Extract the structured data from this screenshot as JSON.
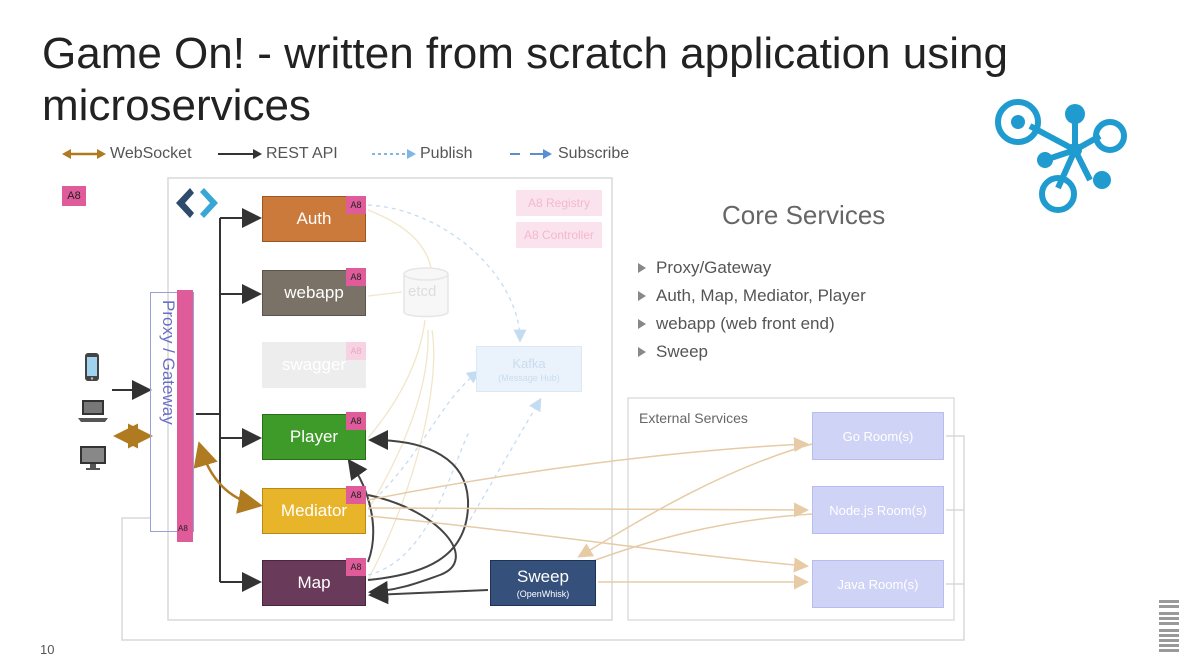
{
  "slide": {
    "title_line1": "Game On! - written from scratch application using",
    "title_line2": "microservices",
    "page_number": "10"
  },
  "legend": {
    "websocket": "WebSocket",
    "rest_api": "REST API",
    "publish": "Publish",
    "subscribe": "Subscribe",
    "a8_badge": "A8"
  },
  "gateway": {
    "label": "Proxy / Gateway",
    "badge": "A8"
  },
  "services": {
    "auth": "Auth",
    "webapp": "webapp",
    "swagger": "swagger",
    "player": "Player",
    "mediator": "Mediator",
    "map": "Map",
    "sweep": "Sweep",
    "sweep_sub": "(OpenWhisk)",
    "etcd": "etcd",
    "kafka": "Kafka",
    "kafka_sub": "(Message Hub)",
    "a8_registry": "A8 Registry",
    "a8_controller": "A8 Controller",
    "badge": "A8"
  },
  "core": {
    "title": "Core Services",
    "items": [
      "Proxy/Gateway",
      "Auth, Map, Mediator, Player",
      "webapp (web front end)",
      "Sweep"
    ]
  },
  "external": {
    "title": "External Services",
    "go_room": "Go Room(s)",
    "node_room": "Node.js Room(s)",
    "java_room": "Java Room(s)"
  },
  "colors": {
    "auth": "#cc7a3c",
    "webapp": "#7a7266",
    "player": "#3e9b2a",
    "mediator": "#e8b42a",
    "map": "#6a3a5a",
    "sweep": "#35507a",
    "a8": "#e05b9a",
    "websocket": "#b07a20",
    "rest": "#333333",
    "publish": "#7fb6e6",
    "room": "#cfd3f5",
    "ibm_logo": "#1f9bcf"
  }
}
